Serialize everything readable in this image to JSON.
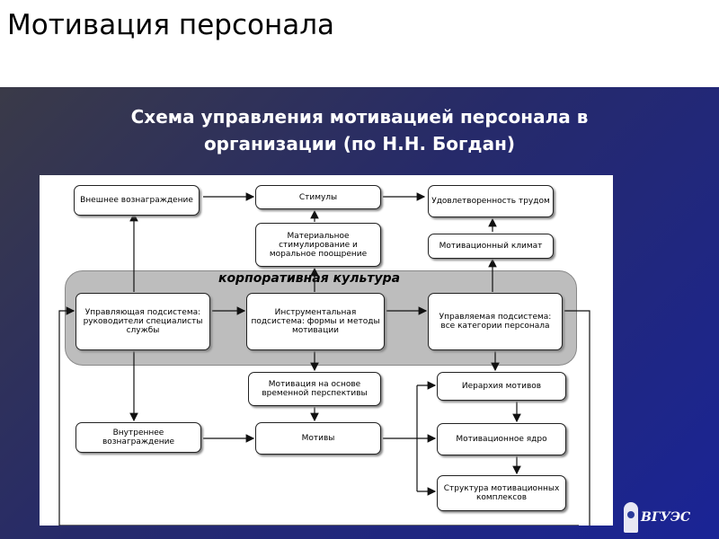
{
  "title": "Мотивация персонала",
  "subtitle_line1": "Схема управления мотивацией персонала в",
  "subtitle_line2": "организации (по Н.Н. Богдан)",
  "diagram": {
    "corporate_culture": "корпоративная культура",
    "external_reward": "Внешнее вознаграждение",
    "stimuli": "Стимулы",
    "job_satisfaction": "Удовлетворенность трудом",
    "material_stimulation": "Материальное стимулирование и моральное поощрение",
    "motivational_climate": "Мотивационный климат",
    "managing_subsystem": "Управляющая подсистема: руководители специалисты службы",
    "instrumental_subsystem": "Инструментальная подсистема: формы и методы мотивации",
    "managed_subsystem": "Управляемая подсистема: все категории персонала",
    "time_motivation": "Мотивация на основе временной перспективы",
    "motives_hierarchy": "Иерархия мотивов",
    "internal_reward": "Внутреннее вознаграждение",
    "motives": "Мотивы",
    "motivational_core": "Мотивационное ядро",
    "motivational_complexes": "Структура мотивационных комплексов"
  },
  "logo_text": "ВГУЭС"
}
